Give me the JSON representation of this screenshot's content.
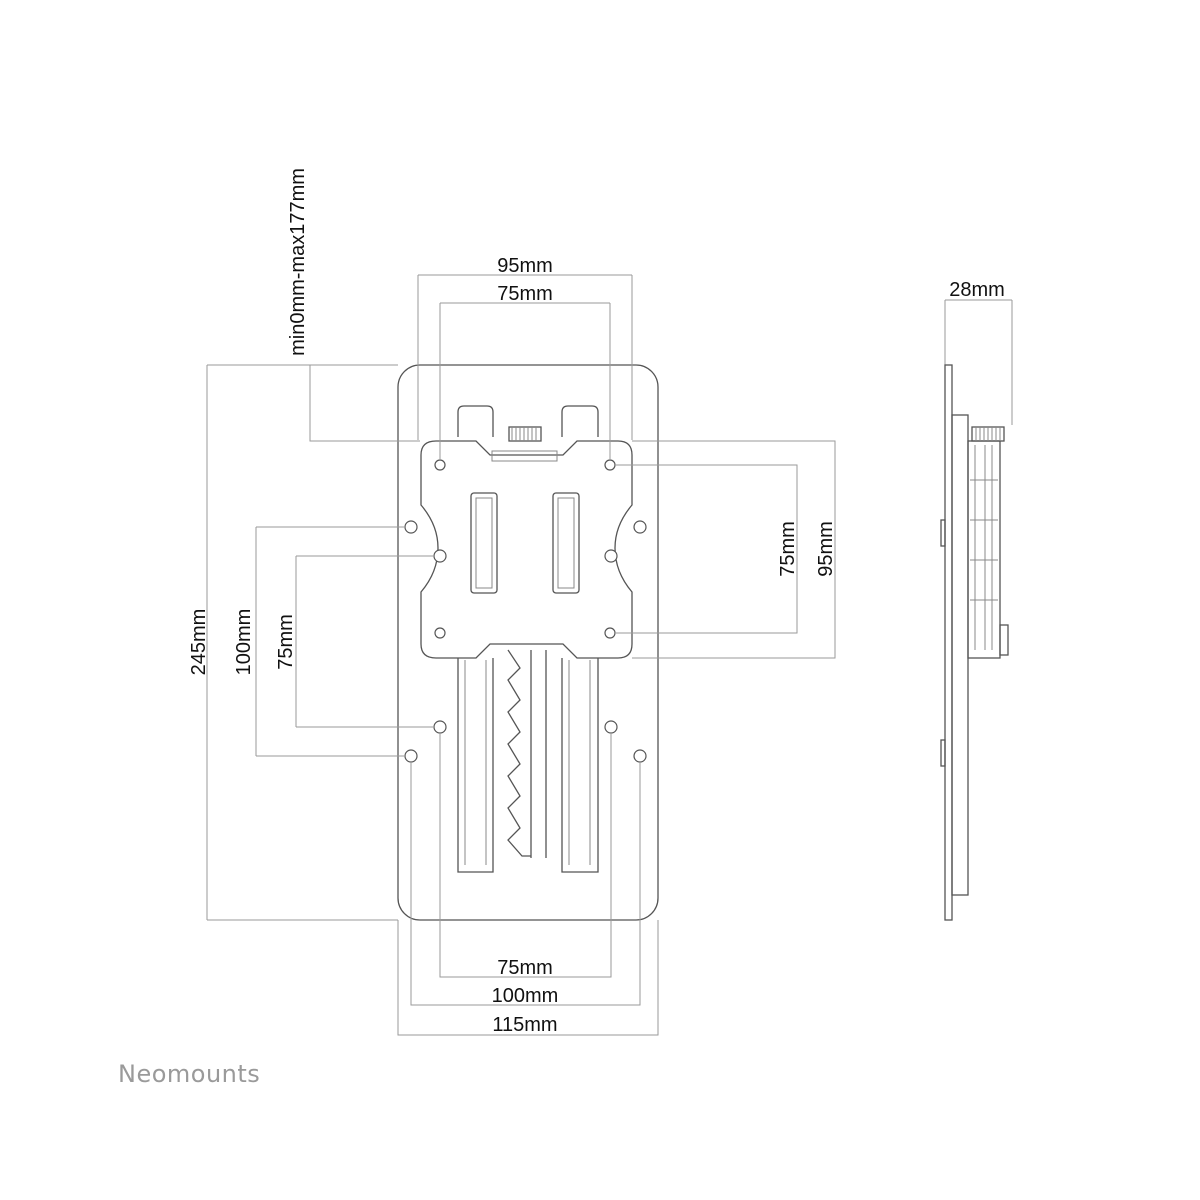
{
  "brand": "Neomounts",
  "labels": {
    "top_95": "95mm",
    "top_75": "75mm",
    "min_max": "min0mm-max177mm",
    "right_75": "75mm",
    "right_95": "95mm",
    "left_245": "245mm",
    "left_100": "100mm",
    "left_75": "75mm",
    "bottom_75": "75mm",
    "bottom_100": "100mm",
    "bottom_115": "115mm",
    "side_28": "28mm"
  }
}
